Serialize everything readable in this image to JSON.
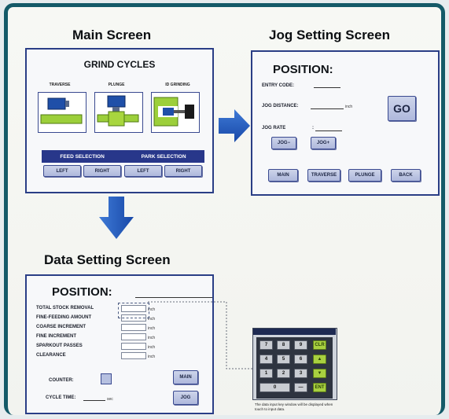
{
  "main_screen": {
    "title": "Main Screen",
    "grind_cycles_title": "GRIND CYCLES",
    "cycles": [
      {
        "label": "TRAVERSE",
        "icon": "traverse-icon"
      },
      {
        "label": "PLUNGE",
        "icon": "plunge-icon"
      },
      {
        "label": "ID GRINDING",
        "icon": "id-grinding-icon"
      }
    ],
    "feed_selection": "FEED SELECTION",
    "park_selection": "PARK SELECTION",
    "buttons": [
      "LEFT",
      "RIGHT",
      "LEFT",
      "RIGHT"
    ]
  },
  "jog_screen": {
    "title": "Jog  Setting Screen",
    "position": "POSITION:",
    "entry_code": "ENTRY   CODE:",
    "jog_distance": "JOG DISTANCE:",
    "jog_distance_unit": "inch",
    "jog_rate": "JOG    RATE",
    "jog_rate_colon": ":",
    "go": "GO",
    "jog_minus": "JOG−",
    "jog_plus": "JOG+",
    "nav": [
      "MAIN",
      "TRAVERSE",
      "PLUNGE",
      "BACK"
    ]
  },
  "data_screen": {
    "title": "Data Setting Screen",
    "position": "POSITION:",
    "rows": [
      {
        "label": "TOTAL STOCK REMOVAL",
        "unit": "inch"
      },
      {
        "label": "FINE-FEEDING AMOUNT",
        "unit": "inch"
      },
      {
        "label": "COARSE  INCREMENT",
        "unit": "inch"
      },
      {
        "label": "FINE      INCREMENT",
        "unit": "inch"
      },
      {
        "label": "SPARKOUT   PASSES",
        "unit": "inch"
      },
      {
        "label": "CLEARANCE",
        "unit": "inch"
      }
    ],
    "counter": "COUNTER:",
    "cycle_time": "CYCLE TIME:",
    "cycle_time_unit": "sec",
    "main_btn": "MAIN",
    "jog_btn": "JOG"
  },
  "keypad": {
    "keys": [
      "7",
      "8",
      "9",
      "CLR",
      "4",
      "5",
      "6",
      "▲",
      "1",
      "2",
      "3",
      "▼",
      "0",
      "—",
      "ENT"
    ],
    "caption": "The data input key window will be displayed when touch to input data."
  },
  "colors": {
    "frame": "#145a68",
    "panel_border": "#2a3e86",
    "selection_bar": "#28378a",
    "arrow": "#1f56b8",
    "key_green": "#a8d040"
  }
}
